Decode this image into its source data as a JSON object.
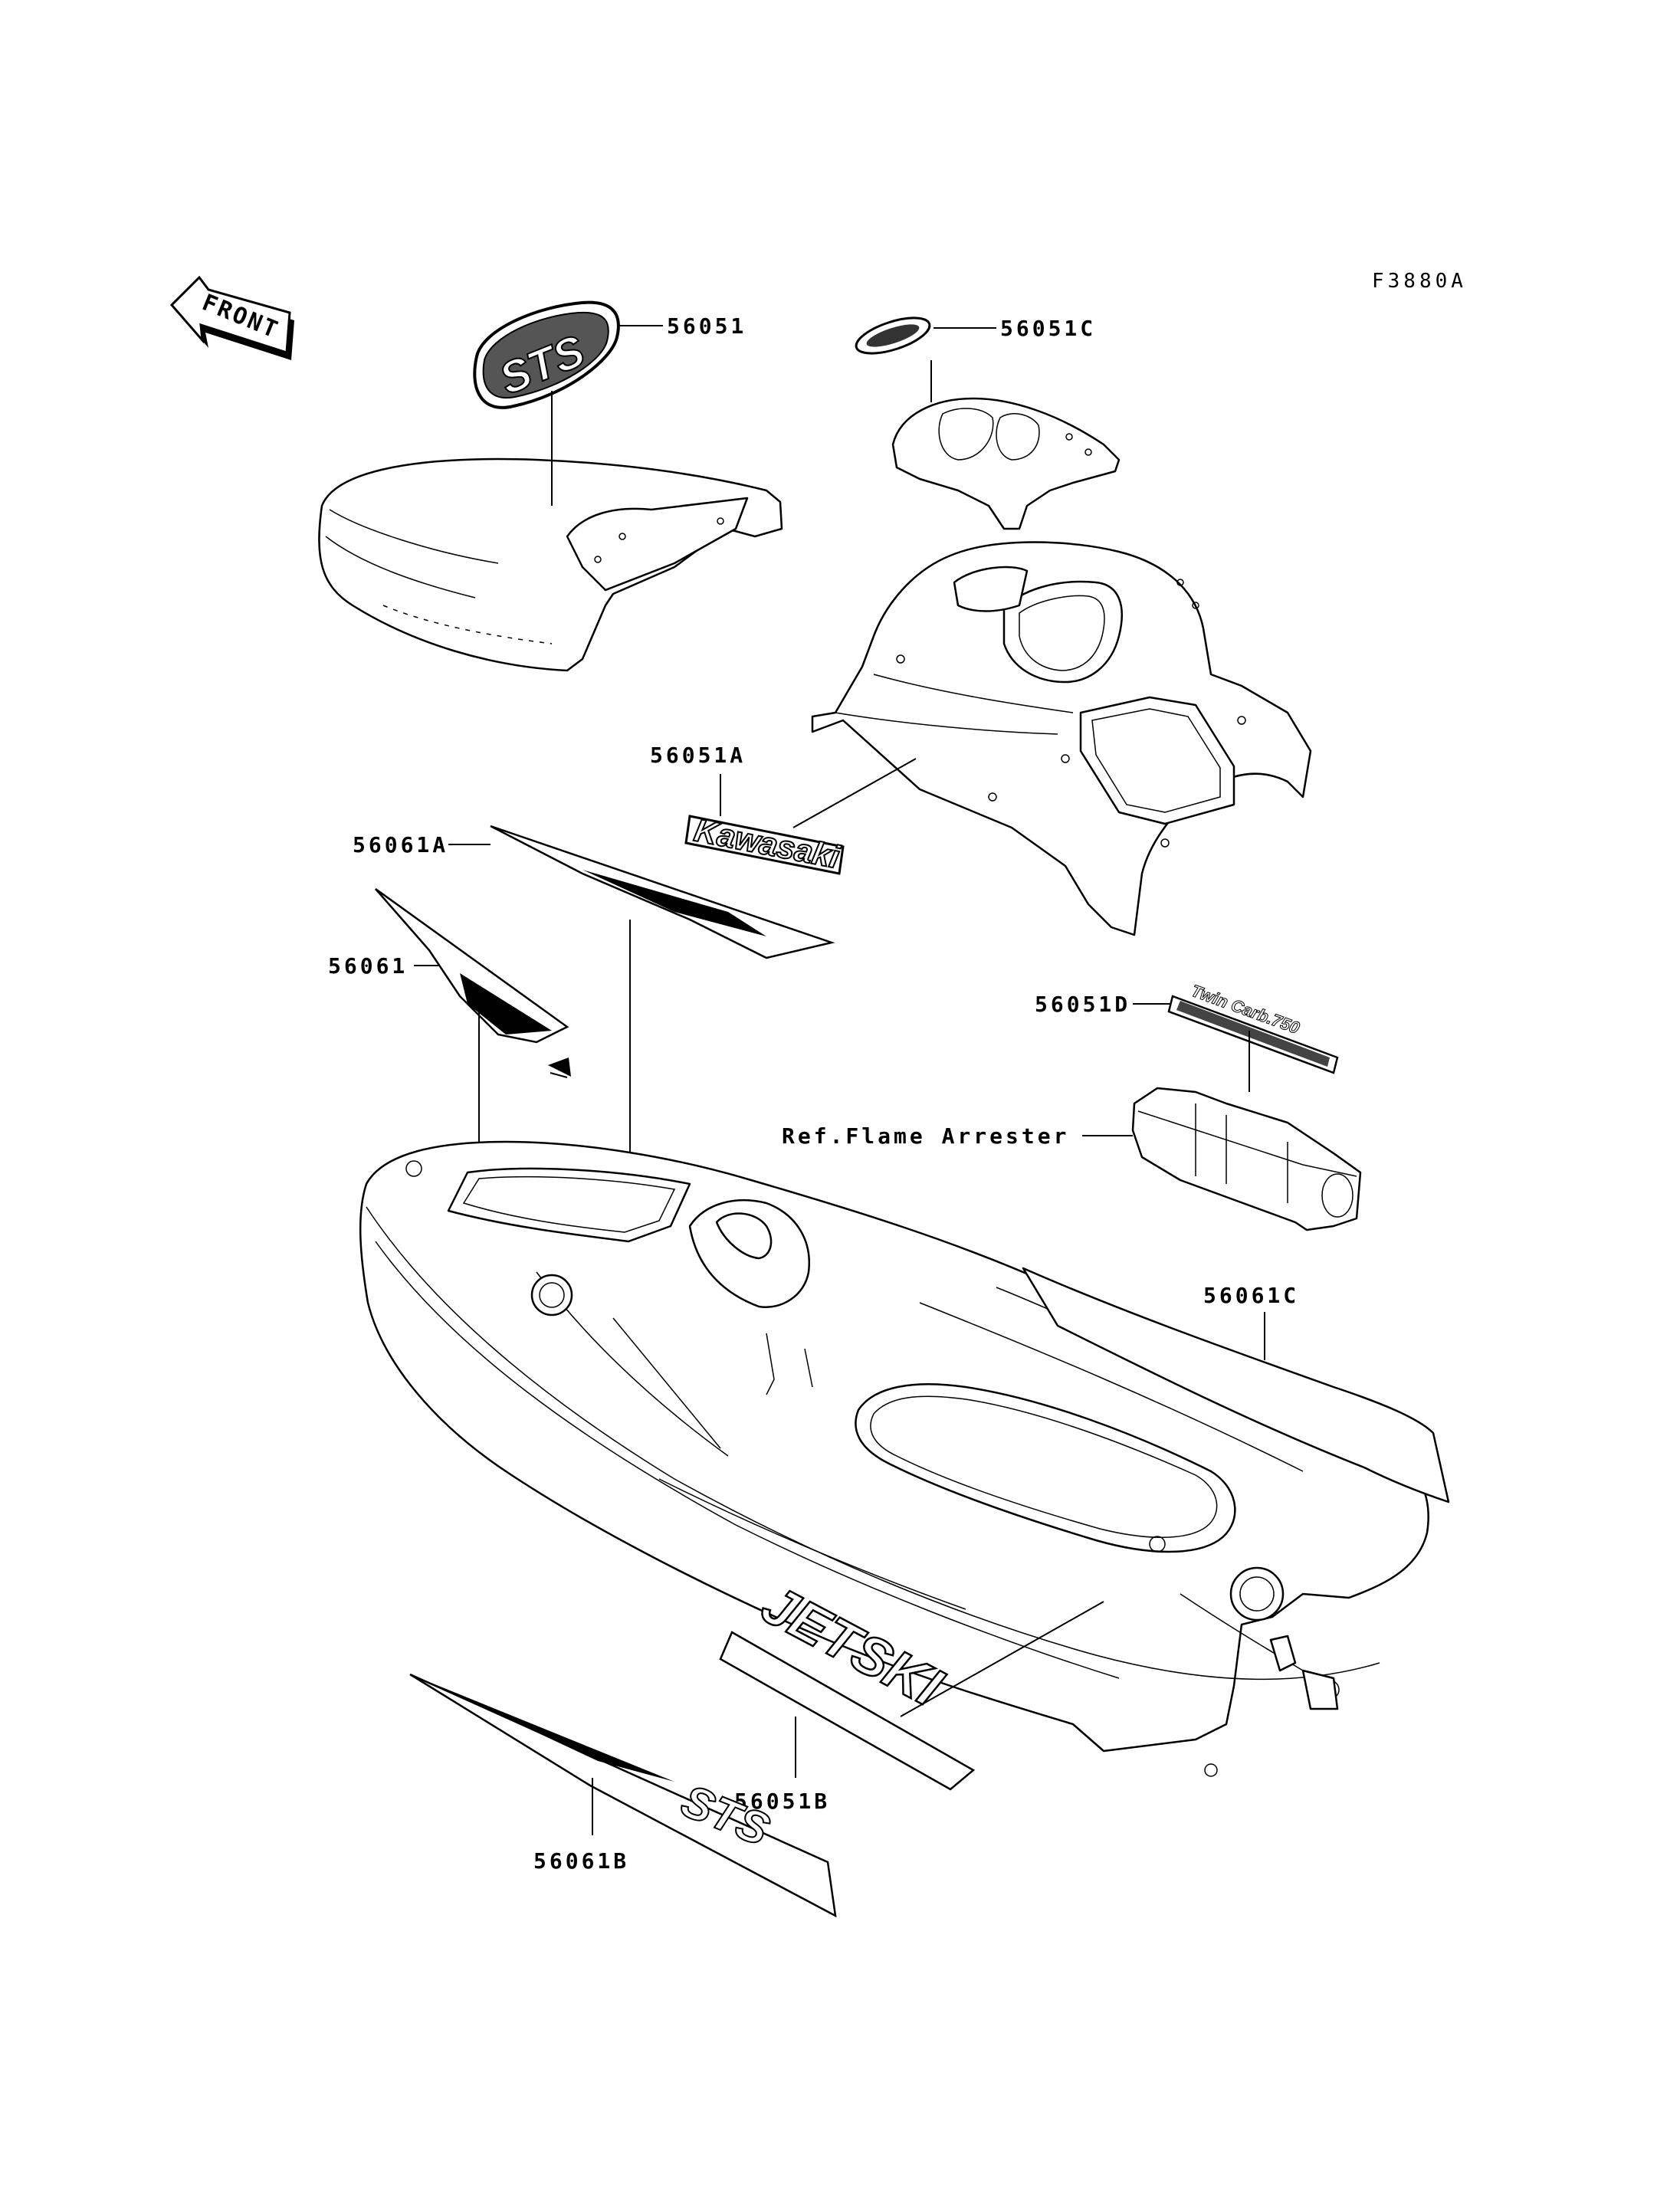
{
  "figure_code": "F3880A",
  "front_marker": "FRONT",
  "callouts": [
    {
      "id": "c-56051",
      "text": "56051"
    },
    {
      "id": "c-56051c",
      "text": "56051C"
    },
    {
      "id": "c-56051a",
      "text": "56051A"
    },
    {
      "id": "c-56061a",
      "text": "56061A"
    },
    {
      "id": "c-56061",
      "text": "56061"
    },
    {
      "id": "c-56051d",
      "text": "56051D"
    },
    {
      "id": "c-ref",
      "text": "Ref.Flame Arrester"
    },
    {
      "id": "c-56061c",
      "text": "56061C"
    },
    {
      "id": "c-56051b",
      "text": "56051B"
    },
    {
      "id": "c-56061b",
      "text": "56061B"
    }
  ],
  "decal_texts": {
    "kawasaki": "Kawasaki",
    "twin_carb": "Twin Carb.750",
    "jetski": "JETSKI",
    "sts": "STS"
  }
}
